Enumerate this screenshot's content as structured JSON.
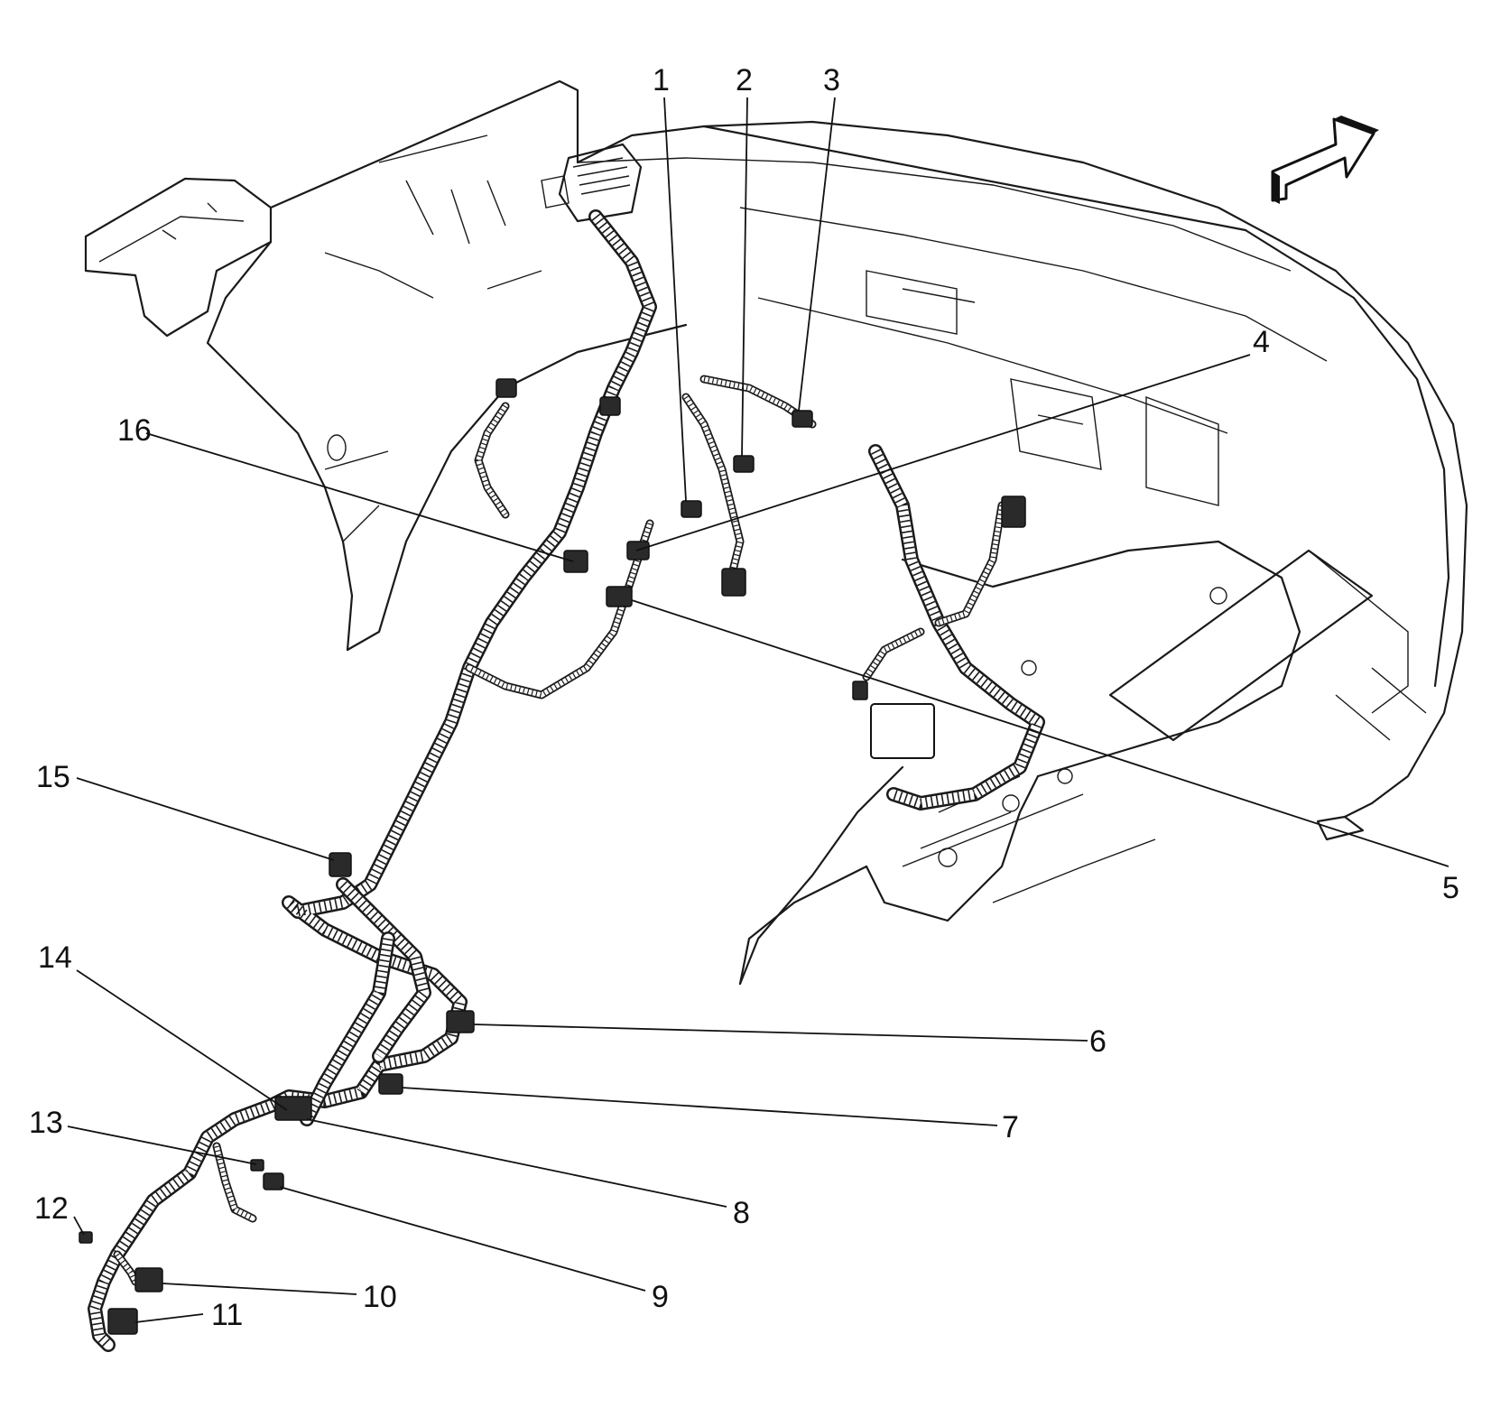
{
  "diagram": {
    "callouts": [
      {
        "id": "1",
        "label": "1"
      },
      {
        "id": "2",
        "label": "2"
      },
      {
        "id": "3",
        "label": "3"
      },
      {
        "id": "4",
        "label": "4"
      },
      {
        "id": "5",
        "label": "5"
      },
      {
        "id": "6",
        "label": "6"
      },
      {
        "id": "7",
        "label": "7"
      },
      {
        "id": "8",
        "label": "8"
      },
      {
        "id": "9",
        "label": "9"
      },
      {
        "id": "10",
        "label": "10"
      },
      {
        "id": "11",
        "label": "11"
      },
      {
        "id": "12",
        "label": "12"
      },
      {
        "id": "13",
        "label": "13"
      },
      {
        "id": "14",
        "label": "14"
      },
      {
        "id": "15",
        "label": "15"
      },
      {
        "id": "16",
        "label": "16"
      }
    ],
    "direction_arrow_icon": "forward-arrow-icon",
    "line_color": "#1a1a1a",
    "background_color": "#ffffff"
  }
}
